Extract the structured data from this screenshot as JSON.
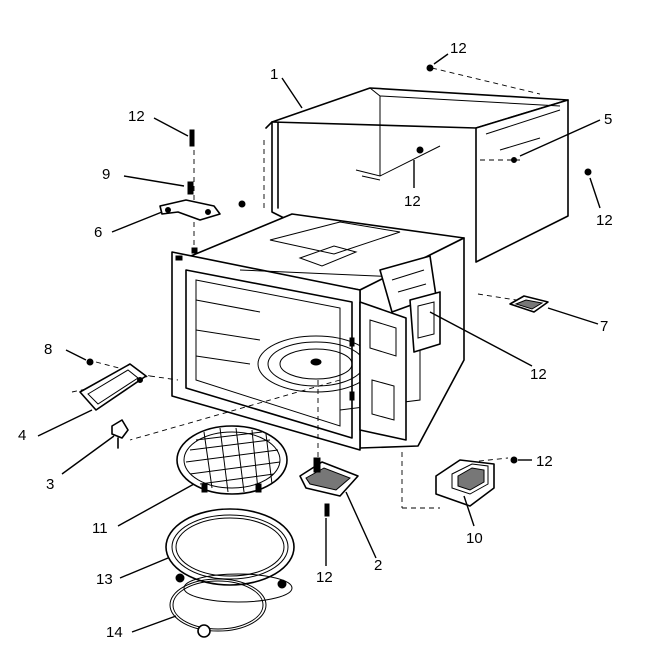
{
  "callouts": {
    "c1": "1",
    "c2": "2",
    "c3": "3",
    "c4": "4",
    "c5": "5",
    "c6": "6",
    "c7": "7",
    "c8": "8",
    "c9": "9",
    "c10": "10",
    "c11": "11",
    "c12a": "12",
    "c12b": "12",
    "c12c": "12",
    "c12d": "12",
    "c12e": "12",
    "c12f": "12",
    "c12g": "12",
    "c13": "13",
    "c14": "14"
  }
}
